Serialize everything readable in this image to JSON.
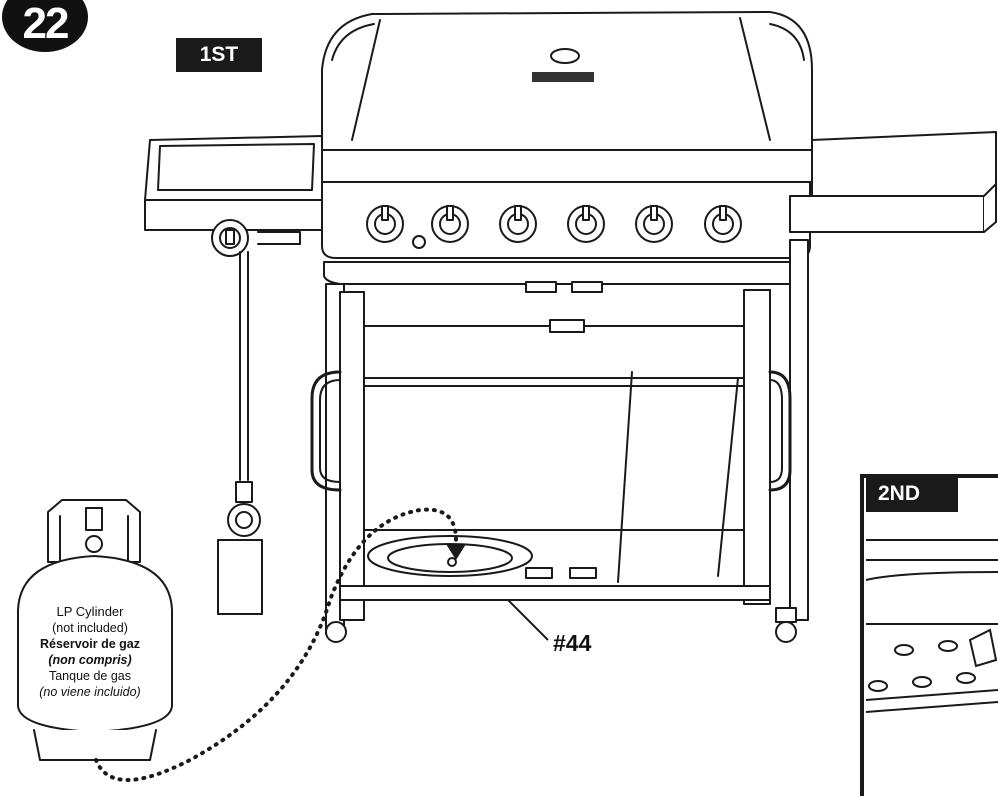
{
  "step": {
    "number": "22"
  },
  "labels": {
    "first": "1ST",
    "second": "2ND",
    "part_number": "#44"
  },
  "lp_cylinder": {
    "line1": "LP Cylinder",
    "line2": "(not included)",
    "line3": "Réservoir de gaz",
    "line4": "(non compris)",
    "line5": "Tanque de gas",
    "line6": "(no viene incluido)"
  },
  "grill": {
    "burner_knob_count": 6
  },
  "colors": {
    "line": "#1a1a1a",
    "tag_fill": "#1a1a1a",
    "background": "#ffffff"
  }
}
